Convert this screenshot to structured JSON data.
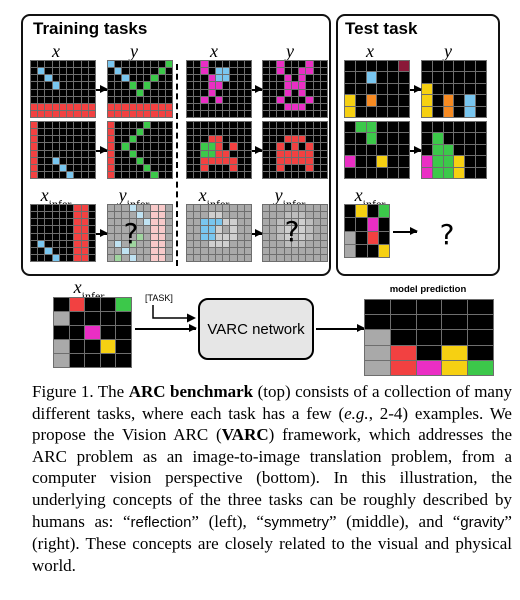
{
  "panels": {
    "training_title": "Training tasks",
    "test_title": "Test task"
  },
  "labels": {
    "x": "x",
    "y": "y",
    "infer_sub": "infer"
  },
  "question_mark": "?",
  "bottom": {
    "task_token": "[TASK]",
    "network_label": "VARC network",
    "prediction_label": "model prediction"
  },
  "caption": {
    "p1": "Figure 1. The ",
    "b1": "ARC benchmark",
    "p2": " (top) consists of a collection of many different tasks, where each task has a few (",
    "i1": "e.g.",
    "p3": ", 2-4) examples. We propose the Vision ARC (",
    "b2": "VARC",
    "p4": ") framework, which addresses the ARC problem as an image-to-image translation problem, from a computer vision perspective (bottom). In this illustration, the underlying concepts of the three tasks can be roughly described by humans as: “",
    "q1": "reflection",
    "p5": "” (left), “",
    "q2": "symmetry",
    "p6": "” (middle), and “",
    "q3": "gravity",
    "p7": "” (right). These concepts are closely related to the visual and physical world."
  },
  "colors": {
    "red": "#f24141",
    "lightblue": "#79c6ef",
    "green": "#3cc84a",
    "magenta": "#ea2ec4",
    "yellow": "#f6d012",
    "orange": "#f68a22",
    "gray": "#a9a9a9",
    "maroon": "#8a1838",
    "background": "#000000"
  }
}
